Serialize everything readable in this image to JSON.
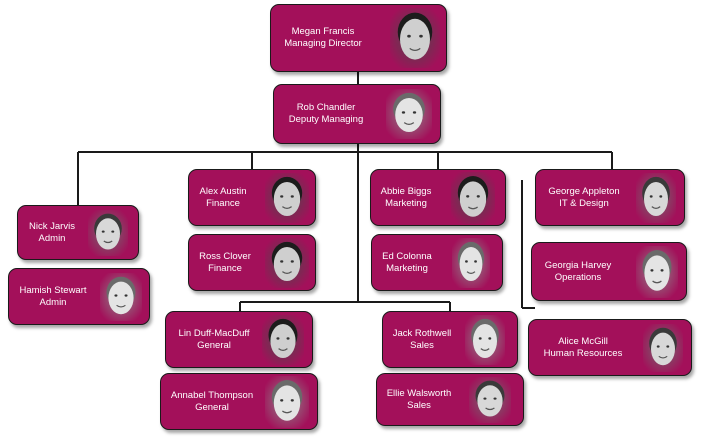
{
  "people": [
    {
      "id": "megan",
      "name": "Megan Francis",
      "role": "Managing Director",
      "tone": "dark"
    },
    {
      "id": "rob",
      "name": "Rob Chandler",
      "role": "Deputy Managing",
      "tone": "light"
    },
    {
      "id": "nick",
      "name": "Nick Jarvis",
      "role": "Admin",
      "tone": "mid"
    },
    {
      "id": "hamish",
      "name": "Hamish Stewart",
      "role": "Admin",
      "tone": "light"
    },
    {
      "id": "alex",
      "name": "Alex Austin",
      "role": "Finance",
      "tone": "dark"
    },
    {
      "id": "ross",
      "name": "Ross Clover",
      "role": "Finance",
      "tone": "dark"
    },
    {
      "id": "lin",
      "name": "Lin Duff-MacDuff",
      "role": "General",
      "tone": "dark"
    },
    {
      "id": "annabel",
      "name": "Annabel Thompson",
      "role": "General",
      "tone": "light"
    },
    {
      "id": "abbie",
      "name": "Abbie Biggs",
      "role": "Marketing",
      "tone": "dark"
    },
    {
      "id": "ed",
      "name": "Ed Colonna",
      "role": "Marketing",
      "tone": "light"
    },
    {
      "id": "jack",
      "name": "Jack Rothwell",
      "role": "Sales",
      "tone": "light"
    },
    {
      "id": "ellie",
      "name": "Ellie Walsworth",
      "role": "Sales",
      "tone": "mid"
    },
    {
      "id": "george",
      "name": "George Appleton",
      "role": "IT & Design",
      "tone": "mid"
    },
    {
      "id": "georgia",
      "name": "Georgia Harvey",
      "role": "Operations",
      "tone": "light"
    },
    {
      "id": "alice",
      "name": "Alice McGill",
      "role": "Human Resources",
      "tone": "mid"
    }
  ],
  "colors": {
    "card": "#a3105a",
    "border": "#1a1a1a",
    "connector": "#1a1a1a",
    "text": "#ffffff"
  }
}
